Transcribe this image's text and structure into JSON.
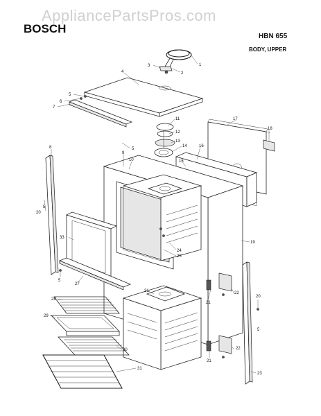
{
  "watermark": "AppliancePartsPros.com",
  "header": {
    "brand": "BOSCH",
    "model": "HBN 655",
    "section": "BODY, UPPER"
  },
  "callouts": [
    "1",
    "2",
    "3",
    "4",
    "5",
    "6",
    "7",
    "5",
    "8",
    "9",
    "10",
    "11",
    "12",
    "13",
    "14",
    "15",
    "16",
    "17",
    "18",
    "19",
    "20",
    "5",
    "33",
    "24",
    "25",
    "27",
    "5",
    "28",
    "29",
    "30",
    "31",
    "31",
    "21",
    "22",
    "20",
    "5",
    "21",
    "22",
    "23"
  ]
}
